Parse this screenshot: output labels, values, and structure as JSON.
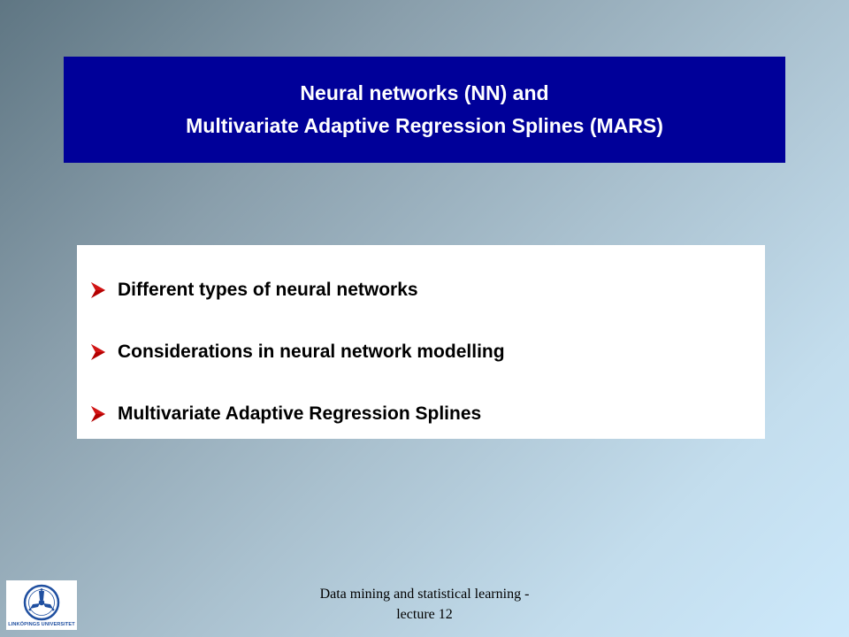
{
  "slide": {
    "title_line1": "Neural networks (NN) and",
    "title_line2": "Multivariate Adaptive Regression Splines (MARS)",
    "bullets": [
      "Different types of neural networks",
      "Considerations in neural network modelling",
      "Multivariate Adaptive Regression Splines"
    ],
    "bullet_icon": "arrowhead-bullet-icon",
    "footer_line1": "Data mining and statistical learning -",
    "footer_line2": "lecture 12",
    "logo": {
      "icon": "university-logo-icon",
      "text": "LINKÖPINGS UNIVERSITET"
    }
  },
  "colors": {
    "title_background": "#000099",
    "title_text": "#ffffff",
    "bullet_marker": "#b40000",
    "logo_blue": "#1f4fa0"
  }
}
